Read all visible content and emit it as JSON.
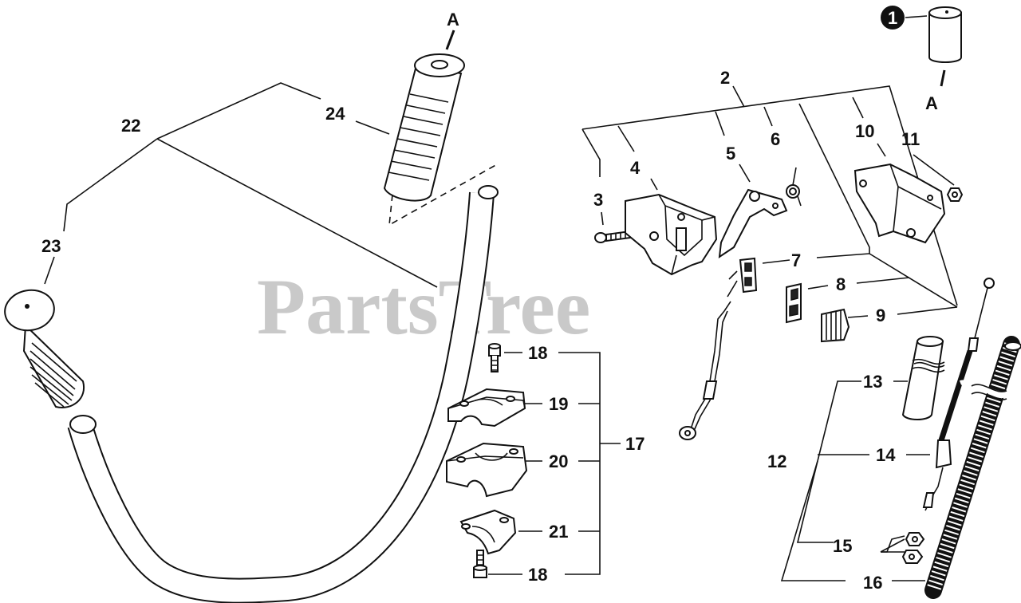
{
  "watermark": "PartsTree",
  "labels": {
    "A_top": "A",
    "A_bottom": "A",
    "one": "1",
    "p2": "2",
    "p3": "3",
    "p4": "4",
    "p5": "5",
    "p6": "6",
    "p7": "7",
    "p8": "8",
    "p9": "9",
    "p10": "10",
    "p11": "11",
    "p12": "12",
    "p13": "13",
    "p14": "14",
    "p15": "15",
    "p16": "16",
    "p17": "17",
    "p18a": "18",
    "p18b": "18",
    "p19": "19",
    "p20": "20",
    "p21": "21",
    "p22": "22",
    "p23": "23",
    "p24": "24"
  },
  "colors": {
    "line": "#111111",
    "watermark": "#c9c9c9",
    "background": "#ffffff"
  }
}
